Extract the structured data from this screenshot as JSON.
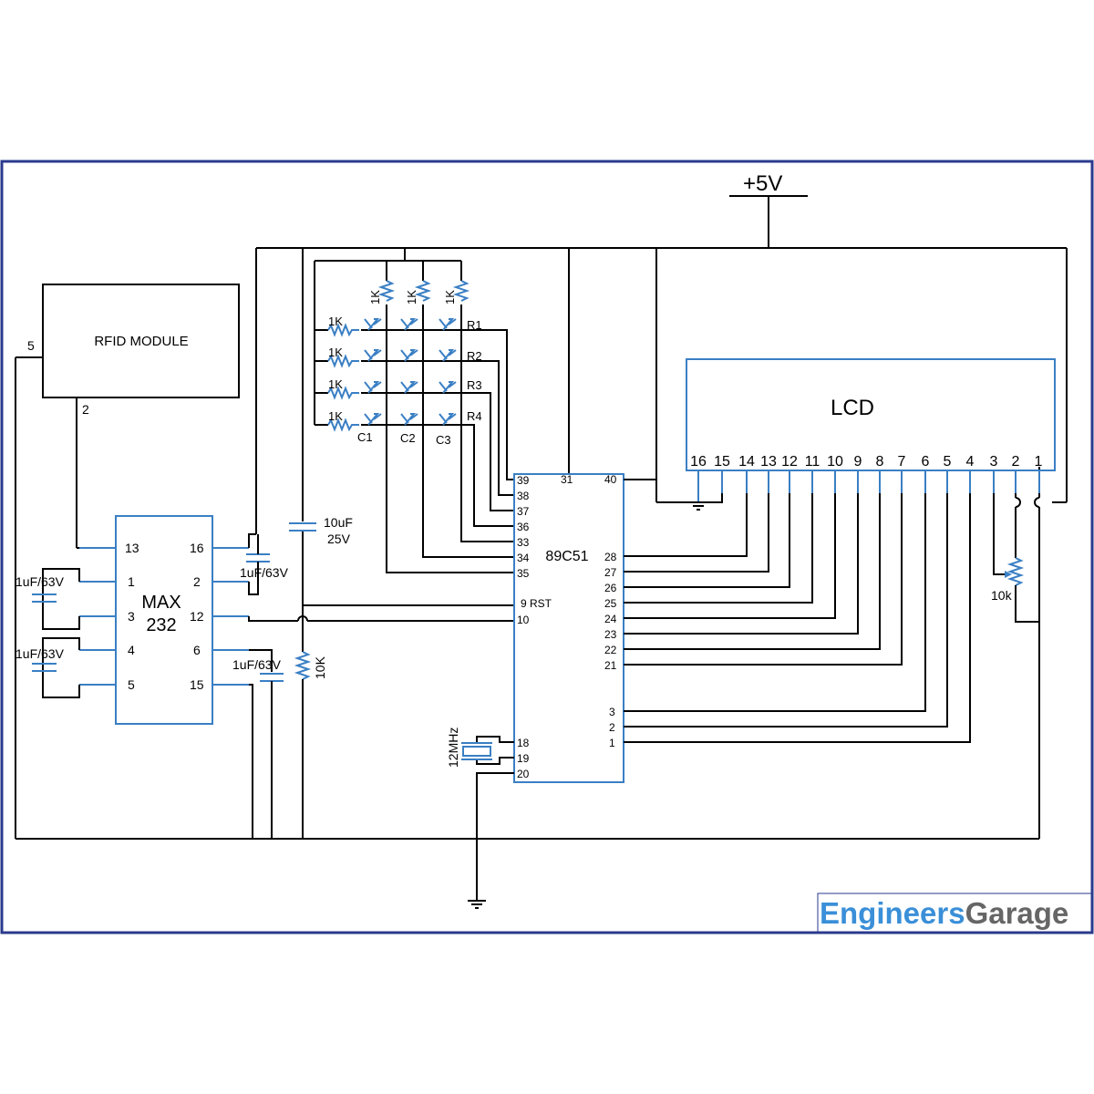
{
  "supply": "+5V",
  "rfid": {
    "label": "RFID MODULE",
    "pin5": "5",
    "pin2": "2"
  },
  "max232": {
    "line1": "MAX",
    "line2": "232",
    "left_pins": [
      "13",
      "1",
      "3",
      "4",
      "5"
    ],
    "right_pins": [
      "16",
      "2",
      "12",
      "6",
      "15"
    ]
  },
  "caps": {
    "c1": "1uF/63V",
    "c2": "1uF/63V",
    "c16": "1uF/63V",
    "c15": "1uF/63V",
    "c10_a": "10uF",
    "c10_b": "25V"
  },
  "resistors": {
    "reset": "10K",
    "pullup": "1K",
    "pot": "10k"
  },
  "keypad": {
    "rows": [
      "R1",
      "R2",
      "R3",
      "R4"
    ],
    "cols": [
      "C1",
      "C2",
      "C3"
    ]
  },
  "mcu": {
    "label": "89C51",
    "left_pins": [
      "39",
      "38",
      "37",
      "36",
      "33",
      "34",
      "35",
      "9 RST",
      "10",
      "18",
      "19",
      "20"
    ],
    "top_pins": [
      "31",
      "40"
    ],
    "right_pins": [
      "28",
      "27",
      "26",
      "25",
      "24",
      "23",
      "22",
      "21",
      "3",
      "2",
      "1"
    ]
  },
  "crystal": "12MHz",
  "lcd": {
    "label": "LCD",
    "pins": [
      "16",
      "15",
      "14",
      "13",
      "12",
      "11",
      "10",
      "9",
      "8",
      "7",
      "6",
      "5",
      "4",
      "3",
      "2",
      "1"
    ]
  },
  "brand": {
    "part1": "Engineers",
    "part2": "Garage",
    "color1": "#3a8fd8",
    "color2": "#666666"
  }
}
